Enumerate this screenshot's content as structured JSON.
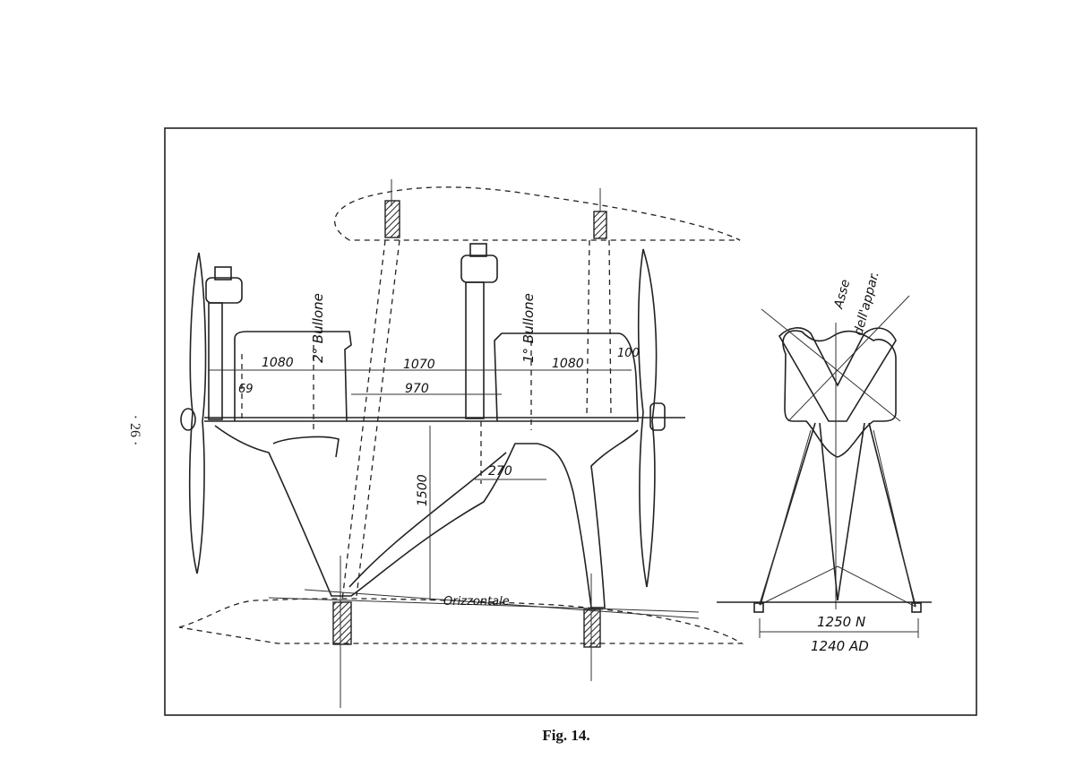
{
  "page_number": "· 26 ·",
  "caption": "Fig. 14.",
  "labels": {
    "bullone_left": "2° Bullone",
    "bullone_right": "1° Bullone",
    "dim_1080_left": "1080",
    "dim_1070": "1070",
    "dim_1080_right": "1080",
    "dim_100": "100",
    "dim_69": "69",
    "dim_970": "970",
    "dim_1500": "1500",
    "dim_270": "270",
    "orizzontale": "Orizzontale",
    "asse": "Asse",
    "dell_appar": "dell'appar.",
    "dim_1250": "1250 N",
    "dim_1240": "1240 AD"
  }
}
